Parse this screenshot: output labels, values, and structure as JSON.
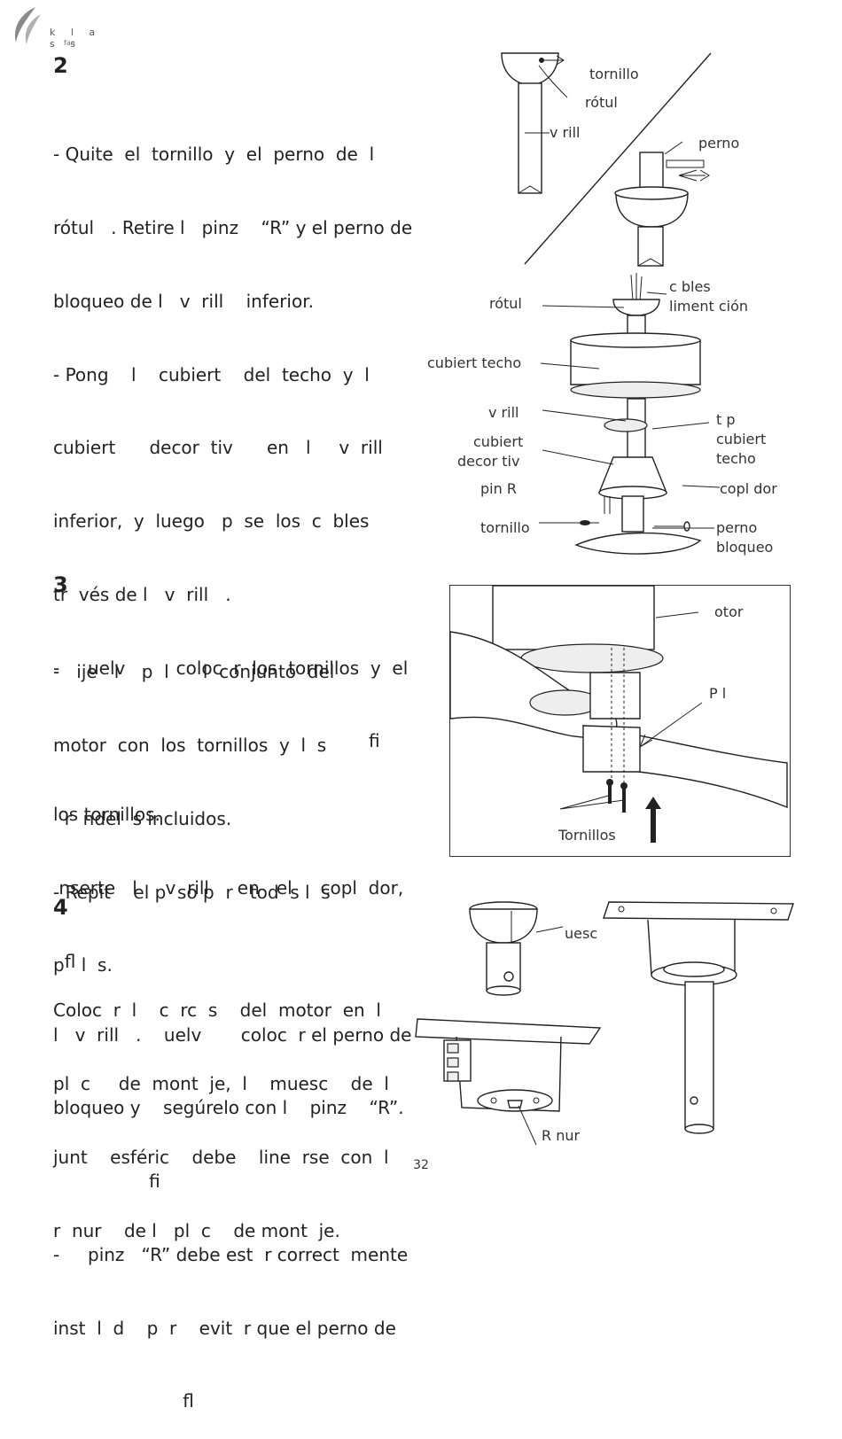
{
  "logo": {
    "brand": "k l a s s",
    "sub": "fan"
  },
  "steps": [
    {
      "number": "2",
      "lines": [
        "- Quite  el  tornillo  y  el  perno  de  l",
        "rótul   . Retire l   pinz    “R” y el perno de",
        "bloqueo de l   v  rill    inferior.",
        "- Pong    l    cubiert    del  techo  y  l",
        "cubiert      decor  tiv      en   l     v  rill",
        "inferior,  y  luego   p  se  los  c  bles",
        "tr  vés de l   v  rill   .",
        "-     uelv         coloc  r  los  tornillos  y  el",
        "                                                        ﬁ",
        "los tornillos.",
        " nserte   l     v  rill     en   el     copl  dor,",
        "  ﬂ",
        "l   v  rill   .    uelv       coloc  r el perno de",
        "bloqueo y    segúrelo con l    pinz    “R”.",
        "                 ﬁ",
        "-     pinz   “R” debe est  r correct  mente",
        "inst  l  d    p  r    evit  r que el perno de",
        "                       ﬂ"
      ]
    },
    {
      "number": "3",
      "lines": [
        "-   ije   l    p  l      l  conjunto  del",
        "motor  con  los  tornillos  y  l  s",
        "  r  ndel  s incluidos.",
        "- Repit    el p  so p  r   tod  s l  s",
        "p   l  s."
      ]
    },
    {
      "number": "4",
      "lines": [
        "Coloc  r  l    c  rc  s    del  motor  en  l",
        "pl  c     de  mont  je,  l    muesc    de  l",
        "junt    esféric    debe    line  rse  con  l",
        "r  nur    de l   pl  c    de mont  je."
      ]
    }
  ],
  "fig2": {
    "labels": {
      "tornillo_top": "tornillo",
      "rotul_top": "rótul",
      "varilla_top": "v  rill",
      "perno": "perno",
      "rotul": "rótul",
      "cables": "c  bles",
      "alimentacion": "  liment  ción",
      "cubierta_techo": "cubiert    techo",
      "varilla": "v  rill",
      "tapa": "t  p",
      "tapa_cubierta": "cubiert",
      "tapa_techo": "techo",
      "cubierta": "cubiert",
      "decorativa": "decor  tiv",
      "pin": "pin     R",
      "acoplador": "  copl  dor",
      "tornillo": "tornillo",
      "perno_b": "perno",
      "bloqueo": "bloqueo"
    }
  },
  "fig3": {
    "labels": {
      "motor": "otor",
      "pala": "P  l",
      "tornillos": "Tornillos"
    }
  },
  "fig4": {
    "labels": {
      "muesca": "uesc",
      "ranura": "R  nur"
    }
  },
  "page_number": "32"
}
